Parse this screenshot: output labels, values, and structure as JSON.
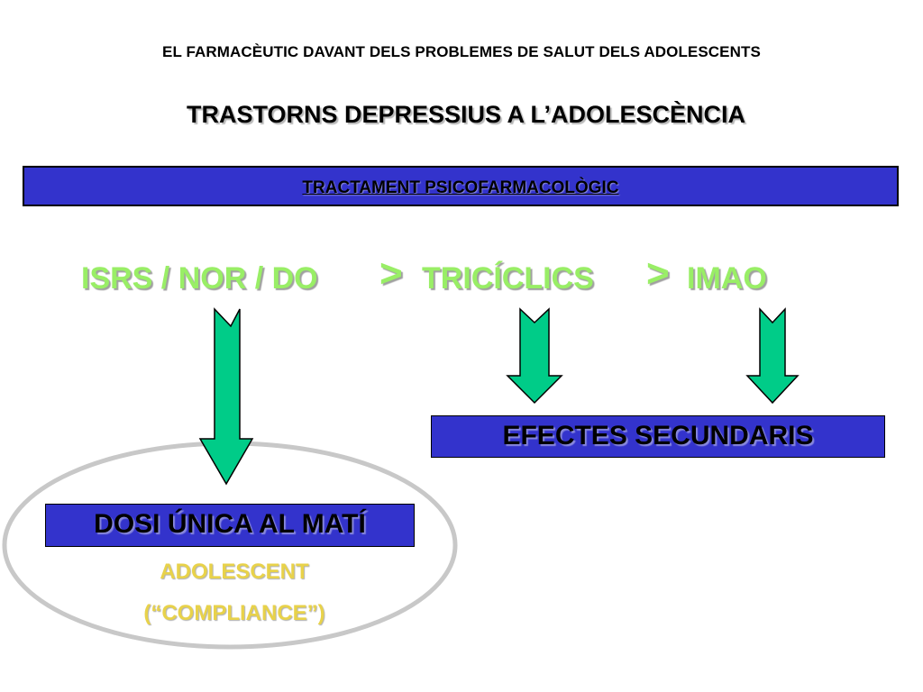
{
  "header": {
    "subtitle": "EL FARMACÈUTIC DAVANT DELS PROBLEMES DE SALUT DELS ADOLESCENTS",
    "title": "TRASTORNS DEPRESSIUS A L’ADOLESCÈNCIA"
  },
  "treatment_bar": {
    "label": "TRACTAMENT PSICOFARMACOLÒGIC"
  },
  "drug_ranking": {
    "first": "ISRS / NOR / DO",
    "separator_1": ">",
    "second": "TRICÍCLICS",
    "separator_2": ">",
    "third": "IMAO"
  },
  "boxes": {
    "side_effects": "EFECTES SECUNDARIS",
    "single_dose": "DOSI ÚNICA AL MATÍ"
  },
  "adolescent_note": {
    "line1": "ADOLESCENT",
    "line2": "(“COMPLIANCE”)"
  },
  "colors": {
    "bar_blue": "#3333cc",
    "drug_text_green": "#99ee66",
    "arrow_green": "#00cc88",
    "note_yellow": "#e8d24a",
    "ellipse_gray": "#c8c8c8"
  },
  "icons": {
    "arrow_1": "down-arrow-icon",
    "arrow_2": "down-arrow-icon",
    "arrow_3": "down-arrow-icon"
  }
}
